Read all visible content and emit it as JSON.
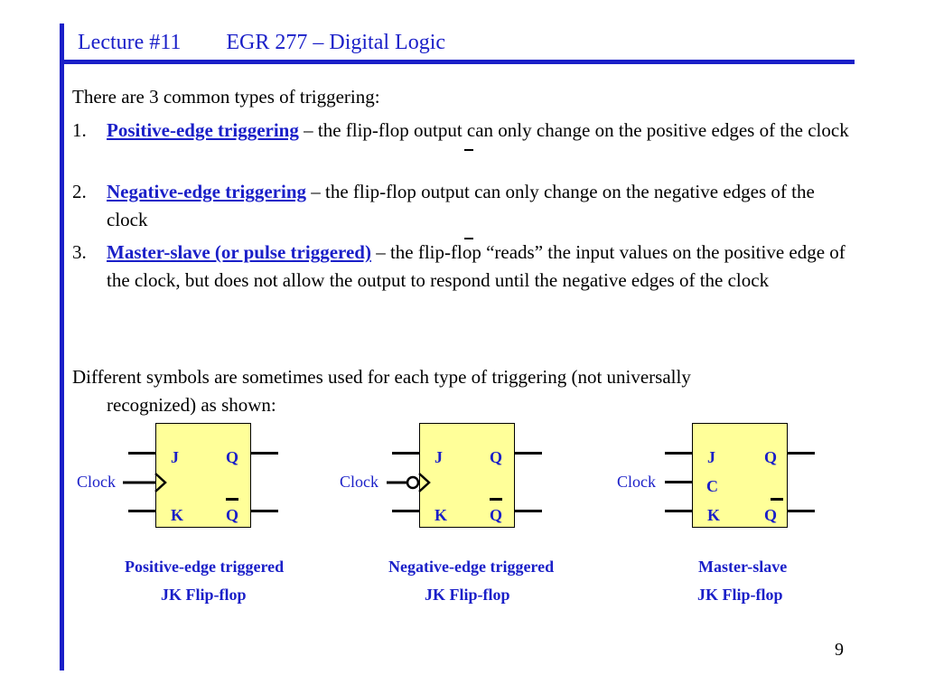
{
  "header": {
    "lecture": "Lecture #11",
    "course": "EGR 277 – Digital Logic"
  },
  "content": {
    "intro": "There are 3 common types of triggering:",
    "items": [
      {
        "num": "1.",
        "term": "Positive-edge triggering",
        "desc": " – the flip-flop output can only change on the positive edges of the clock"
      },
      {
        "num": "2.",
        "term": "Negative-edge triggering",
        "desc": " – the flip-flop output can only change on the negative edges of the clock"
      },
      {
        "num": "3.",
        "term": "Master-slave (or pulse triggered)",
        "desc": " – the flip-flop “reads” the input values on the positive edge of the clock, but does not allow the output to respond until the negative edges of the clock"
      }
    ],
    "para2_line1": "Different symbols are sometimes used for each type of triggering (not universally",
    "para2_line2": "recognized) as shown:"
  },
  "flipflops": [
    {
      "clock": "Clock",
      "j": "J",
      "k": "K",
      "q": "Q",
      "qbar": "Q",
      "c": "",
      "caption1": "Positive-edge triggered",
      "caption2": "JK Flip-flop"
    },
    {
      "clock": "Clock",
      "j": "J",
      "k": "K",
      "q": "Q",
      "qbar": "Q",
      "c": "",
      "caption1": "Negative-edge triggered",
      "caption2": "JK Flip-flop"
    },
    {
      "clock": "Clock",
      "j": "J",
      "k": "K",
      "q": "Q",
      "qbar": "Q",
      "c": "C",
      "caption1": "Master-slave",
      "caption2": "JK Flip-flop"
    }
  ],
  "page_number": "9",
  "colors": {
    "accent": "#1a1fc8",
    "ff_fill": "#ffff99"
  }
}
